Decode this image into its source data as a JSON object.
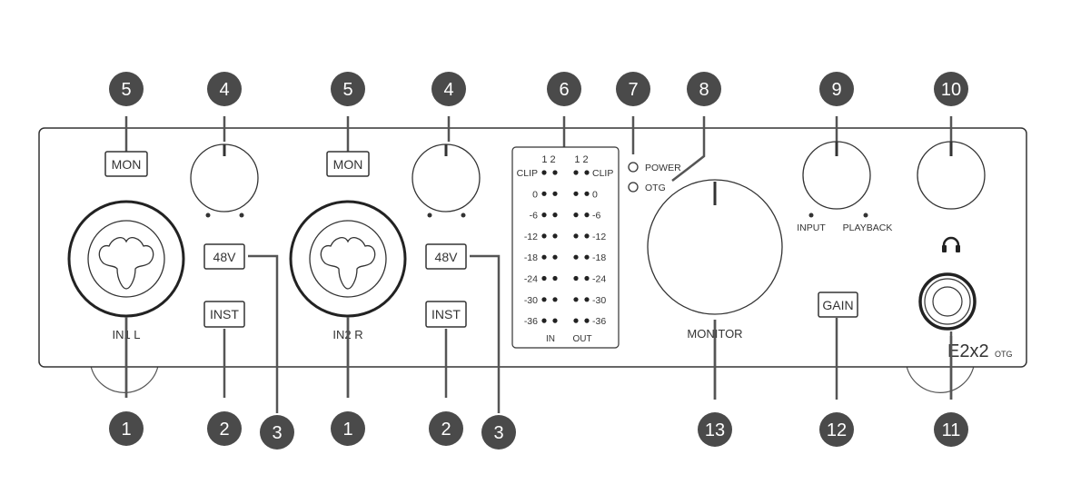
{
  "device": {
    "model": "E2x2",
    "model_suffix": "OTG"
  },
  "buttons": {
    "mon_1": "MON",
    "mon_2": "MON",
    "phantom_1": "48V",
    "phantom_2": "48V",
    "inst_1": "INST",
    "inst_2": "INST",
    "gain": "GAIN"
  },
  "inputs": {
    "in1_label": "IN1 L",
    "in2_label": "IN2 R"
  },
  "meter": {
    "channel_header_in": "1 2",
    "channel_header_out": "1 2",
    "levels": [
      "CLIP",
      "0",
      "-6",
      "-12",
      "-18",
      "-24",
      "-30",
      "-36"
    ],
    "footer_in": "IN",
    "footer_out": "OUT"
  },
  "leds": {
    "power": "POWER",
    "otg": "OTG"
  },
  "knobs": {
    "monitor_label": "MONITOR",
    "mix_left_label": "INPUT",
    "mix_right_label": "PLAYBACK"
  },
  "callouts": {
    "top": [
      "5",
      "4",
      "5",
      "4",
      "6",
      "7",
      "8",
      "9",
      "10"
    ],
    "bottom": [
      "1",
      "2",
      "3",
      "1",
      "2",
      "3",
      "13",
      "12",
      "11"
    ]
  },
  "colors": {
    "callout_fill": "#4a4a4a",
    "line": "#555555",
    "outline": "#333333"
  }
}
